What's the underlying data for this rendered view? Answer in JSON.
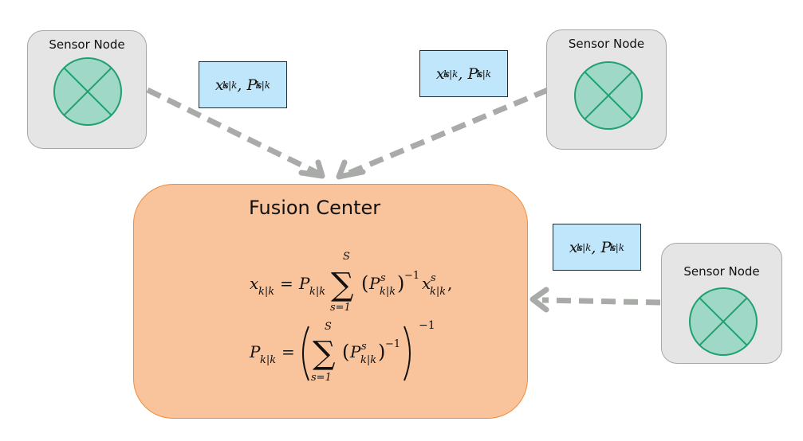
{
  "nodes": [
    {
      "label": "Sensor Node"
    },
    {
      "label": "Sensor Node"
    },
    {
      "label": "Sensor Node"
    }
  ],
  "messages": [
    {
      "x": "x",
      "P": "P",
      "sup": "s",
      "sub": "k|k"
    },
    {
      "x": "x",
      "P": "P",
      "sup": "s",
      "sub": "k|k"
    },
    {
      "x": "x",
      "P": "P",
      "sup": "s",
      "sub": "k|k"
    }
  ],
  "fusion_center": {
    "title": "Fusion Center",
    "state_equation": "x_{k|k} = P_{k|k} ∑_{s=1}^{S} (P^{s}_{k|k})^{-1} x^{s}_{k|k},",
    "covariance_equation": "P_{k|k} = ( ∑_{s=1}^{S} (P^{s}_{k|k})^{-1} )^{-1}"
  },
  "colors": {
    "node_fill": "#e5e5e6",
    "node_border": "#a6a6a6",
    "sensor_icon_fill": "#9fd8c6",
    "sensor_icon_stroke": "#20a070",
    "message_fill": "#bfe6fb",
    "fusion_fill": "#f9c49b",
    "fusion_border": "#ee8d3c",
    "arrow": "#a8aba8"
  },
  "icons": [
    "sensor-icon",
    "dashed-arrow"
  ]
}
